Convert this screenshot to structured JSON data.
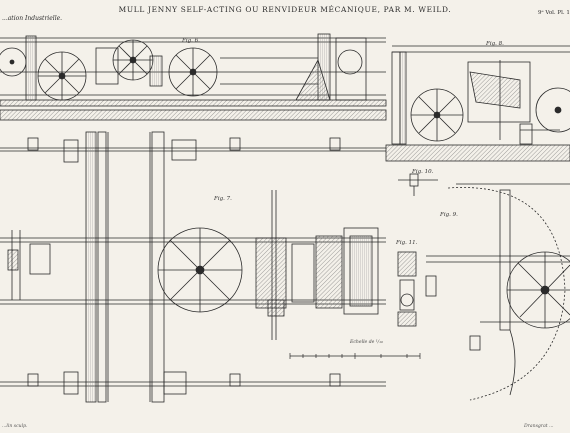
{
  "plate": {
    "title": "MULL JENNY SELF-ACTING OU RENVIDEUR MÉCANIQUE, PAR M. WEILD.",
    "left_heading": "...ation Industrielle.",
    "right_heading": "9ᵉ Vol.  Pl. 1",
    "figures": {
      "fig6": "Fig. 6.",
      "fig8": "Fig. 8.",
      "fig7": "Fig. 7.",
      "fig10": "Fig. 10.",
      "fig9": "Fig. 9.",
      "fig11": "Fig. 11."
    },
    "scale_label": "Echelle de ¹/₁₀",
    "footer_left": "...lin sculp.",
    "footer_right": "Dransgrat ..."
  },
  "colors": {
    "paper": "#f4f1ea",
    "ink": "#2b2b2b",
    "hatch": "#6a6a6a"
  }
}
